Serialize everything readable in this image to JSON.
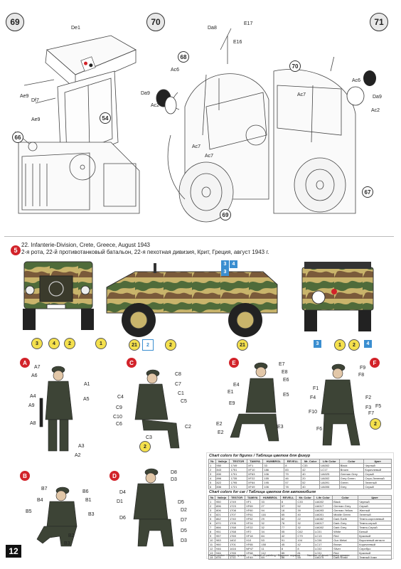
{
  "steps": [
    "69",
    "70",
    "71"
  ],
  "step69_labels": [
    "De1",
    "Ae9",
    "Df7",
    "Ae9",
    "54",
    "66"
  ],
  "step70_labels": [
    "Da8",
    "E17",
    "E16",
    "68",
    "Ac6",
    "Ac2",
    "Da9",
    "Ac7",
    "Ac7",
    "69"
  ],
  "step71_labels": [
    "70",
    "Ac6",
    "Ac7",
    "Ac2",
    "Da9",
    "67"
  ],
  "scheme": {
    "number": "5",
    "title": "22. Infanterie-Division, Crete, Greece, August 1943",
    "subtitle": "2-я рота, 22-й противотанковый батальон, 22-я пехотная дивизия, Крит, Греция, август 1943 г."
  },
  "vehicle_callouts": {
    "front": [
      "3",
      "4",
      "2",
      "1"
    ],
    "side_top": [
      "3",
      "4",
      "3"
    ],
    "side_bottom": [
      "21",
      "2",
      "2",
      "21"
    ],
    "rear": [
      "3",
      "1",
      "2",
      "4"
    ]
  },
  "figures": {
    "A": [
      "A7",
      "A6",
      "A1",
      "A4",
      "A5",
      "A9",
      "A8",
      "A3",
      "A2"
    ],
    "B": [
      "B7",
      "B6",
      "B4",
      "B1",
      "B5",
      "B3",
      "B2",
      "B3"
    ],
    "C": [
      "C8",
      "C7",
      "C1",
      "C4",
      "C5",
      "C9",
      "C10",
      "C6",
      "C2",
      "C3",
      "2"
    ],
    "D": [
      "D8",
      "D3",
      "D4",
      "D1",
      "D5",
      "D2",
      "D6",
      "D7",
      "D5",
      "D3"
    ],
    "E": [
      "E7",
      "E8",
      "E6",
      "E4",
      "E1",
      "E5",
      "E9",
      "E2",
      "E2",
      "E3"
    ],
    "F": [
      "F9",
      "F8",
      "F1",
      "F4",
      "F2",
      "F5",
      "F3",
      "F7",
      "F10",
      "F6",
      "2"
    ]
  },
  "colors": {
    "accent_red": "#d2232a",
    "callout_yellow": "#f4e04d",
    "callout_blue": "#3a8ed0",
    "camo_base": "#c9b46b",
    "camo_green": "#4f6b3a",
    "camo_brown": "#7a5a3a"
  },
  "chart_figures_title": "Chart colors for figures / Таблица цветов для фигур",
  "chart_vehicle_title": "Chart colors for car / Таблица цветов для автомобиля",
  "table_headers": [
    "№",
    "Vallejo",
    "TESTOR",
    "TAMIYA",
    "HUMBROL",
    "REVELL",
    "Mr. Color",
    "Life Color",
    "Color",
    "Цвет"
  ],
  "figure_rows": [
    [
      "1",
      "950",
      "1749",
      "XF1",
      "33",
      "8",
      "C33",
      "UA002",
      "Black",
      "Черный"
    ],
    [
      "2",
      "843",
      "1751",
      "XF10",
      "186",
      "83",
      "42",
      "LC17",
      "Brown",
      "Коричневый"
    ],
    [
      "3",
      "830",
      "1701",
      "XF63",
      "106",
      "79",
      "40",
      "UA025",
      "German Grey",
      "Серый"
    ],
    [
      "4",
      "896",
      "1735",
      "XF22",
      "155",
      "46",
      "20",
      "UA002",
      "Grey Green",
      "Серо-Зеленый"
    ],
    [
      "5",
      "822",
      "1795",
      "XF64",
      "195",
      "57",
      "52",
      "UA091",
      "Green",
      "Зеленый"
    ],
    [
      "6",
      "836",
      "1721",
      "XF49",
      "106",
      "78",
      "40",
      "UA006",
      "Grey",
      "Серый"
    ]
  ],
  "vehicle_rows": [
    [
      "1",
      "950",
      "1749",
      "XF1",
      "33",
      "8",
      "C33",
      "UA002",
      "Black",
      "Черный"
    ],
    [
      "2",
      "896",
      "1723",
      "XF69",
      "27",
      "57",
      "52",
      "UA017",
      "German Grey",
      "Серый"
    ],
    [
      "3",
      "806",
      "1708",
      "XF60",
      "94",
      "16",
      "39",
      "UA093",
      "German Yellow",
      "Желтый"
    ],
    [
      "4",
      "821",
      "1707",
      "XF61",
      "116",
      "65",
      "40",
      "UA001",
      "Middle Green",
      "Зеленый"
    ],
    [
      "5",
      "862",
      "1740",
      "XF52",
      "29",
      "82",
      "22",
      "UA082",
      "Dark Earth",
      "Темно-коричневый"
    ],
    [
      "6",
      "870",
      "1705",
      "XF24",
      "32",
      "76",
      "32",
      "UA017",
      "Dark Grey",
      "Темно-серый"
    ],
    [
      "7",
      "866",
      "1768",
      "XF22",
      "32",
      "77",
      "32",
      "UA002",
      "Dark Grey",
      "Темно-Серый"
    ],
    [
      "8",
      "951",
      "1768",
      "XF2",
      "34",
      "05",
      "C62",
      "LC01",
      "White",
      "Белый"
    ],
    [
      "9",
      "957",
      "1769",
      "XF18",
      "84",
      "42",
      "C79",
      "LC13",
      "Red",
      "Красный"
    ],
    [
      "10",
      "983",
      "1402",
      "X10",
      "53",
      "91",
      "104",
      "LC06",
      "Gun Metal",
      "Вороненый металл"
    ],
    [
      "11",
      "960",
      "1701",
      "XF65",
      "150",
      "45",
      "42",
      "LC17",
      "Brown",
      "Коричневый"
    ],
    [
      "12",
      "946",
      "1416",
      "NP47",
      "11",
      "8",
      "8",
      "LC02",
      "Silver",
      "Серебро"
    ],
    [
      "13",
      "946",
      "1765",
      "XF68",
      "112",
      "85",
      "81",
      "LC01",
      "Red",
      "Красный"
    ],
    [
      "14",
      "876",
      "1711",
      "XF49",
      "84",
      "86",
      "55",
      "UA075",
      "Dark Khaki",
      "Темный Хаки"
    ]
  ],
  "legend": [
    "Paint number / Номер краски",
    "Variant of painting / Вариант окраски",
    "Number of decal / Номер декали"
  ],
  "page_number": "12"
}
